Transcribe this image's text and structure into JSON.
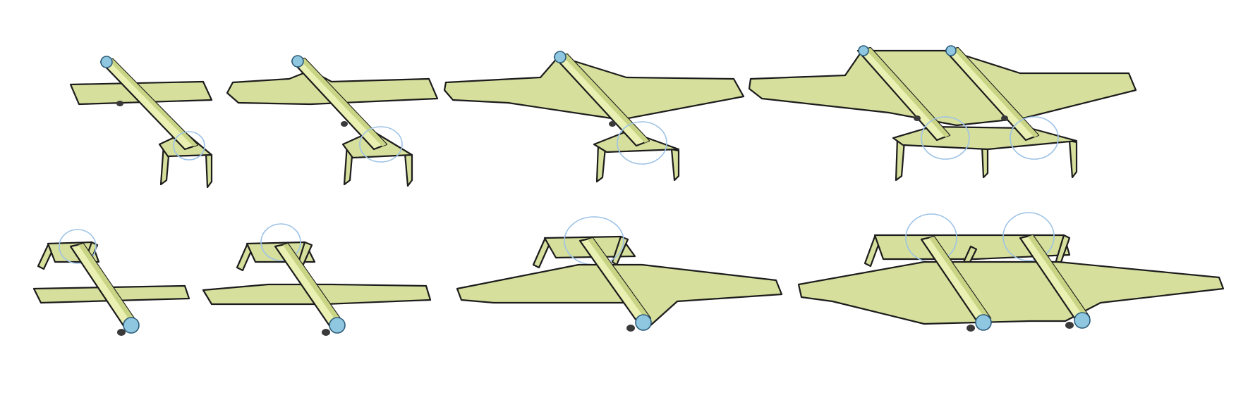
{
  "colors": {
    "airframe": "#d6df9c",
    "boom": "#e9f0b2",
    "outline": "#1c1c1c",
    "propeller": "#9ec3e6",
    "hub": "#8ec7df"
  },
  "views": [
    {
      "view": "rear",
      "wing_span": "small",
      "booms": 1
    },
    {
      "view": "rear",
      "wing_span": "medium",
      "booms": 1
    },
    {
      "view": "rear",
      "wing_span": "large",
      "booms": 1
    },
    {
      "view": "rear",
      "wing_span": "large",
      "booms": 2
    },
    {
      "view": "front",
      "wing_span": "small",
      "booms": 1
    },
    {
      "view": "front",
      "wing_span": "medium",
      "booms": 1
    },
    {
      "view": "front",
      "wing_span": "large",
      "booms": 1
    },
    {
      "view": "front",
      "wing_span": "large",
      "booms": 2
    }
  ]
}
